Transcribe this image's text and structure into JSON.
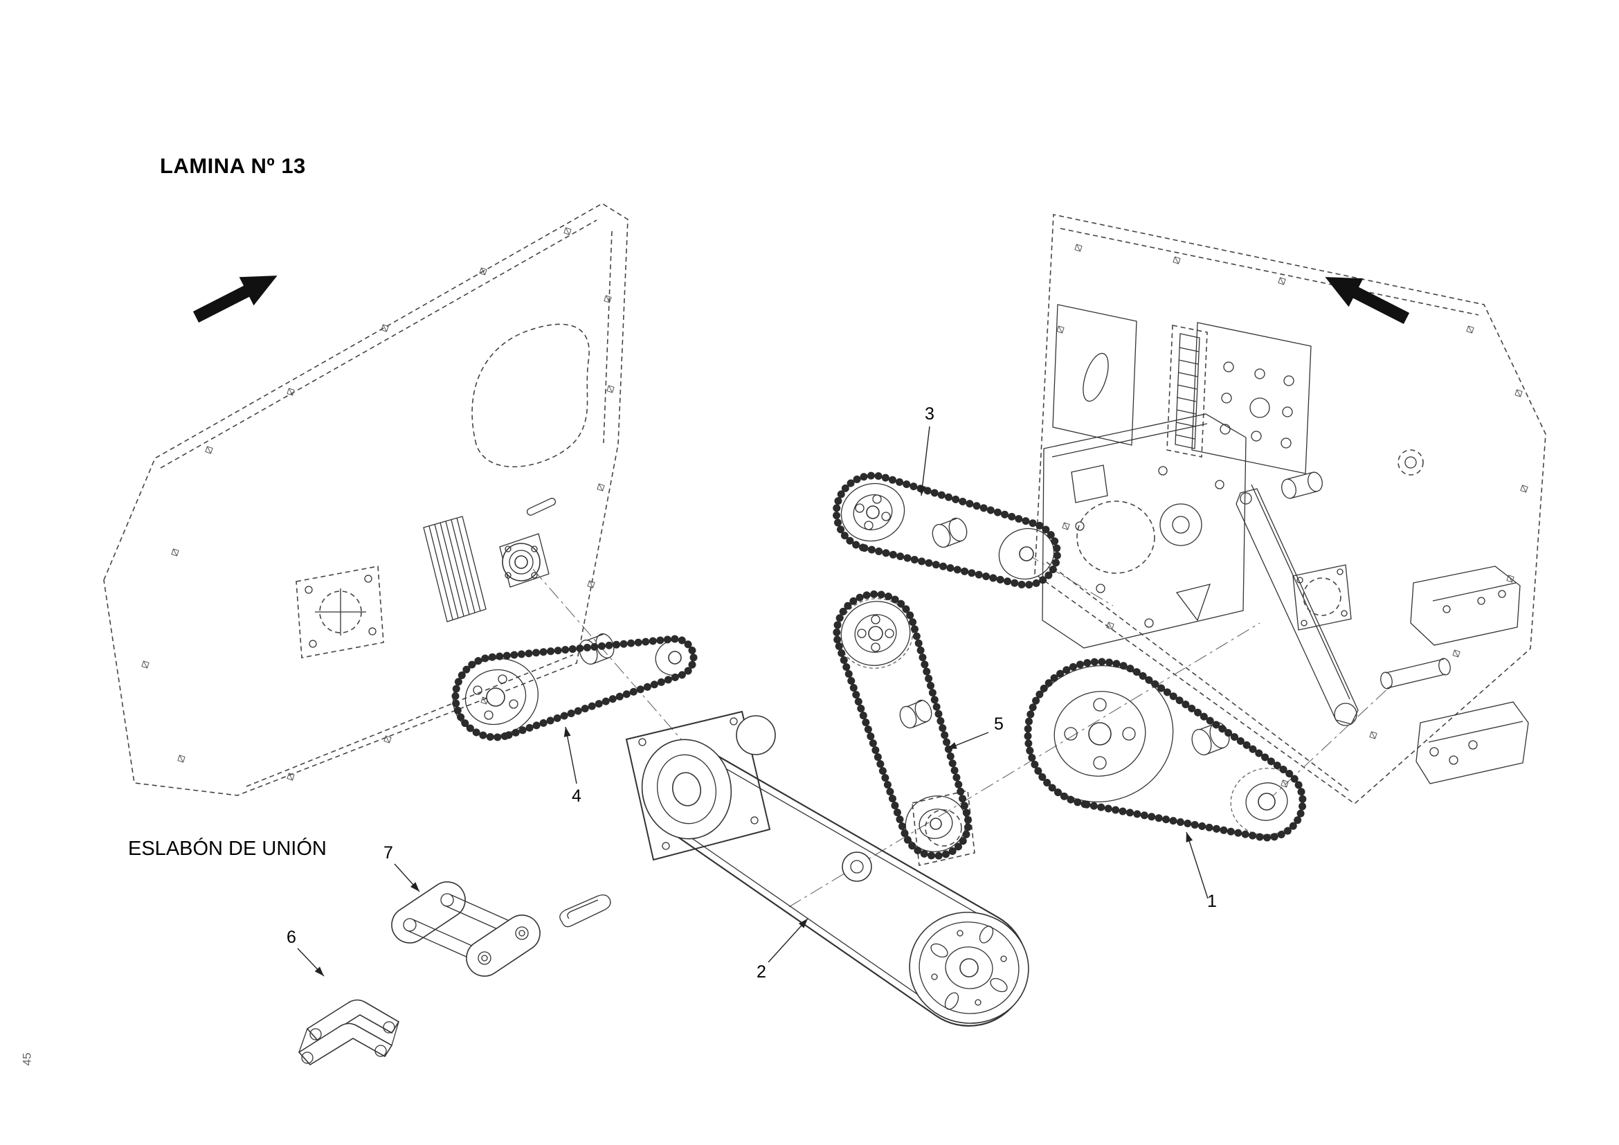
{
  "page": {
    "title": "LAMINA Nº 13",
    "number": "45"
  },
  "labels": {
    "eslabon": "ESLABÓN DE UNIÓN"
  },
  "callouts": {
    "c1": "1",
    "c2": "2",
    "c3": "3",
    "c4": "4",
    "c5": "5",
    "c6": "6",
    "c7": "7"
  },
  "diagram": {
    "parts": [
      {
        "id": "1",
        "name": "chain-drive-large"
      },
      {
        "id": "2",
        "name": "belt-drive"
      },
      {
        "id": "3",
        "name": "chain-drive-upper"
      },
      {
        "id": "4",
        "name": "chain-drive-left"
      },
      {
        "id": "5",
        "name": "chain-drive-middle"
      },
      {
        "id": "6",
        "name": "offset-link"
      },
      {
        "id": "7",
        "name": "master-link"
      }
    ],
    "colors": {
      "line": "#333",
      "dash": "#444",
      "arrow": "#111",
      "background": "#ffffff"
    }
  }
}
